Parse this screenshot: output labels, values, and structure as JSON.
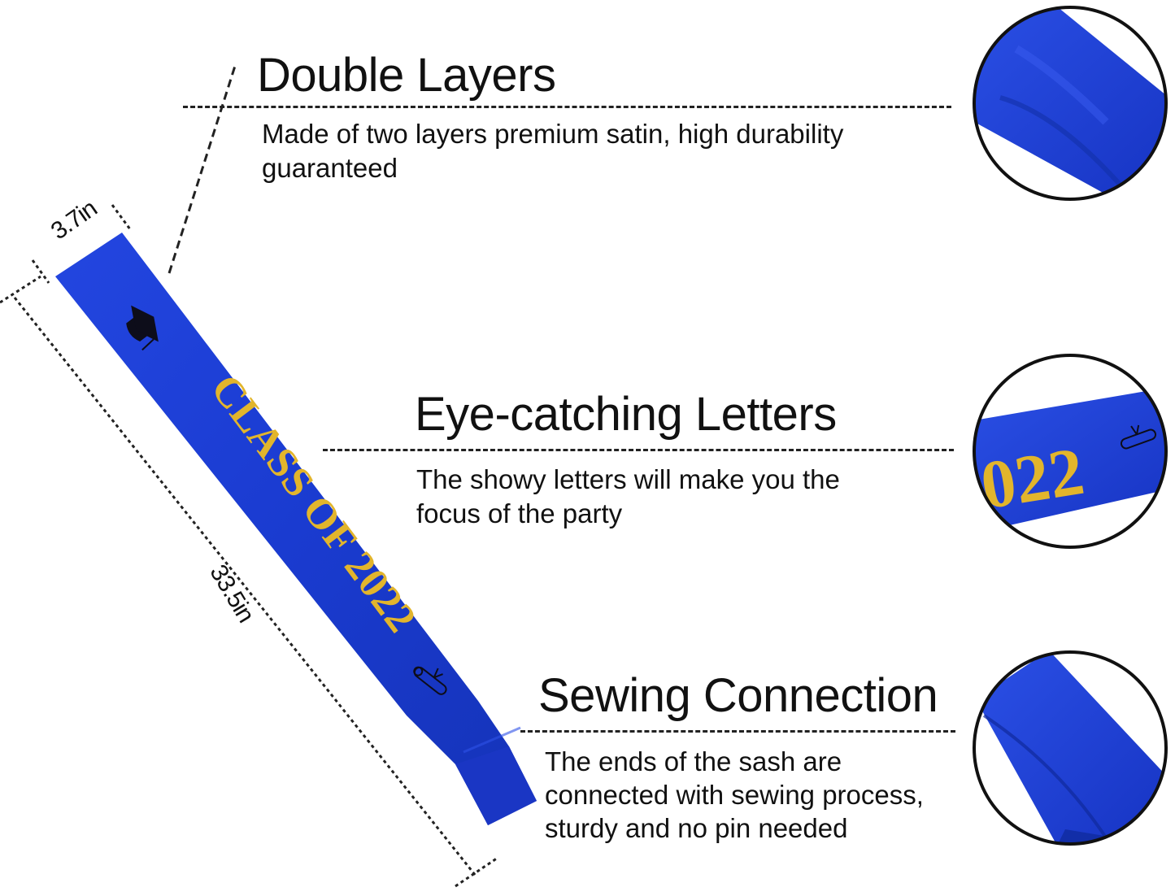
{
  "sash": {
    "text": "CLASS OF 2022",
    "fabric_color": "#1a3fd6",
    "letter_color": "#e2b52c",
    "width_label": "3.7in",
    "length_label": "33.5in"
  },
  "features": [
    {
      "title": "Double Layers",
      "desc_lines": [
        "Made of two layers premium satin, high durability",
        "guaranteed"
      ]
    },
    {
      "title": "Eye-catching Letters",
      "desc_lines": [
        "The showy letters will make you the",
        "focus of the party"
      ],
      "zoom_text": "022"
    },
    {
      "title": "Sewing Connection",
      "desc_lines": [
        "The ends of the sash are",
        "connected with sewing process,",
        "sturdy and no pin needed"
      ]
    }
  ],
  "icons": [
    "graduation-cap-icon",
    "diploma-scroll-icon"
  ]
}
